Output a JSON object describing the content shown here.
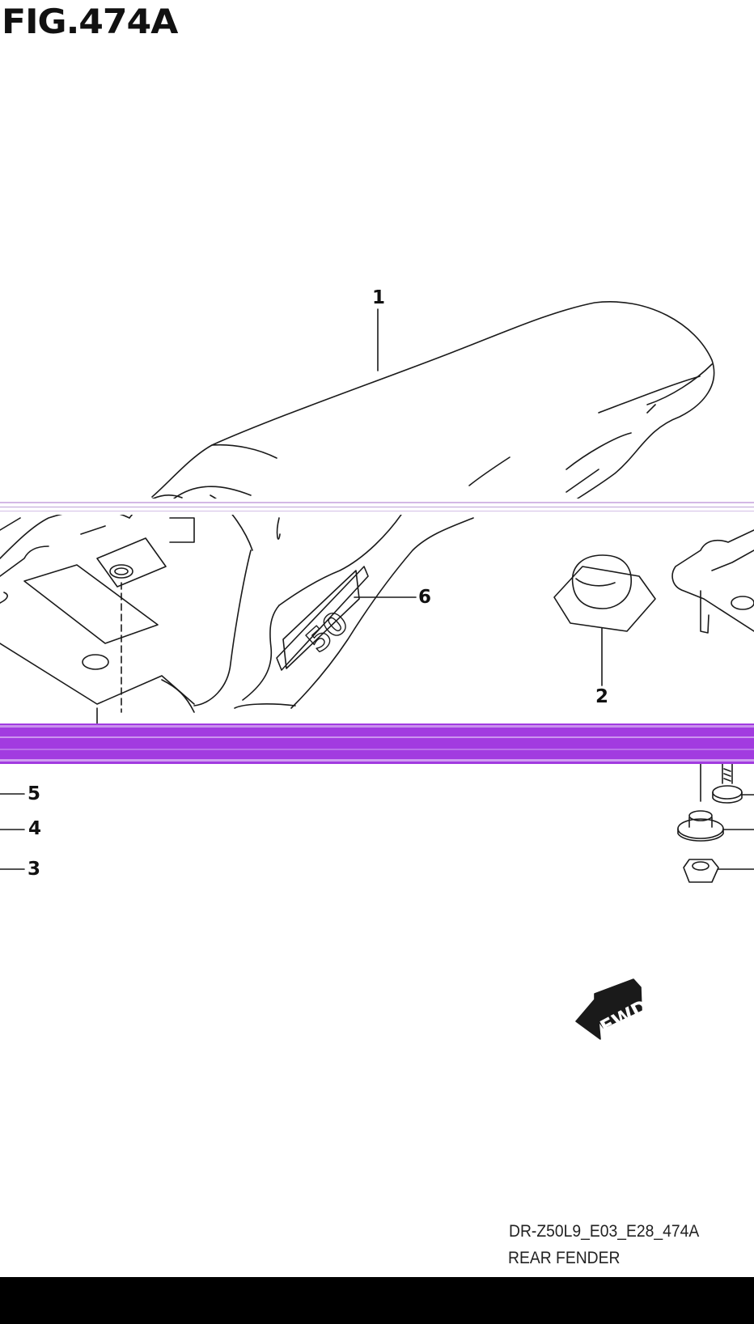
{
  "figure": {
    "title": "FIG.474A",
    "code": "DR-Z50L9_E03_E28_474A",
    "name": "REAR FENDER",
    "fwd_label": "FWD"
  },
  "callouts": [
    {
      "id": "1",
      "label": "1"
    },
    {
      "id": "2",
      "label": "2"
    },
    {
      "id": "3",
      "label": "3"
    },
    {
      "id": "4",
      "label": "4"
    },
    {
      "id": "5",
      "label": "5"
    },
    {
      "id": "6",
      "label": "6"
    }
  ],
  "decal_text": "50",
  "colors": {
    "line": "#1a1a1a",
    "artifact": "#a23be0",
    "footer": "#000000",
    "background": "#ffffff"
  }
}
